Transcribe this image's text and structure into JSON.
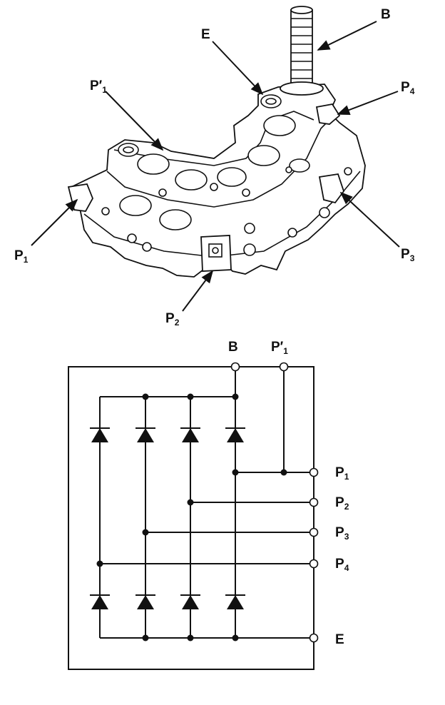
{
  "labels": {
    "top_B": "B",
    "top_E": "E",
    "top_P1prime": "P′",
    "top_P1prime_sub": "1",
    "top_P4": "P",
    "top_P4_sub": "4",
    "top_P1": "P",
    "top_P1_sub": "1",
    "top_P3": "P",
    "top_P3_sub": "3",
    "top_P2": "P",
    "top_P2_sub": "2",
    "sch_B": "B",
    "sch_P1prime": "P′",
    "sch_P1prime_sub": "1",
    "sch_P1": "P",
    "sch_P1_sub": "1",
    "sch_P2": "P",
    "sch_P2_sub": "2",
    "sch_P3": "P",
    "sch_P3_sub": "3",
    "sch_P4": "P",
    "sch_P4_sub": "4",
    "sch_E": "E"
  }
}
